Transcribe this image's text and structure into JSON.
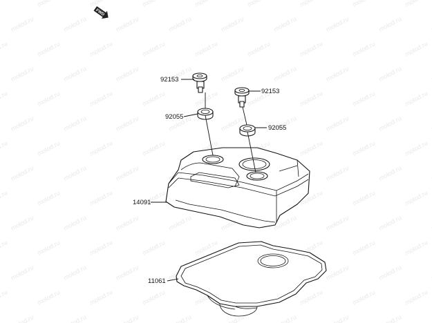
{
  "diagram": {
    "watermark_text": "motod.ru",
    "direction_arrow_text": "FWD",
    "parts": [
      {
        "id": "bolt_a",
        "label": "92153"
      },
      {
        "id": "bolt_b",
        "label": "92153"
      },
      {
        "id": "washer_a",
        "label": "92055"
      },
      {
        "id": "washer_b",
        "label": "92055"
      },
      {
        "id": "cover",
        "label": "14091"
      },
      {
        "id": "gasket",
        "label": "11061"
      }
    ]
  }
}
